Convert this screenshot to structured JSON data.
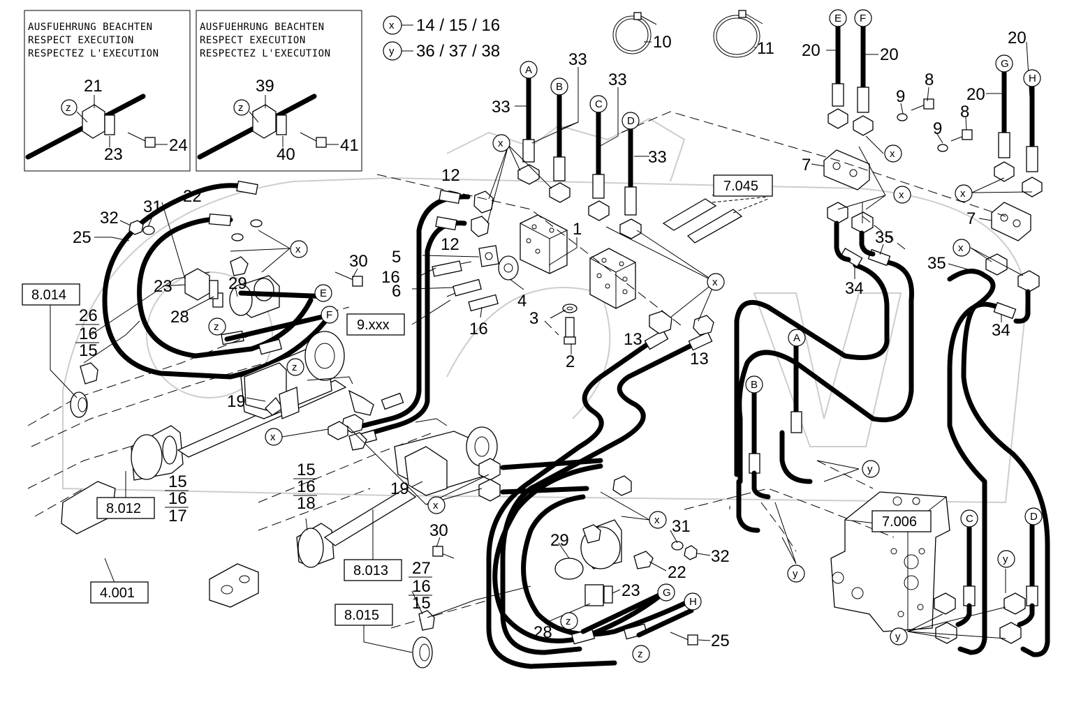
{
  "notice_boxes": [
    {
      "lines": [
        "AUSFUEHRUNG BEACHTEN",
        "RESPECT EXECUTION",
        "RESPECTEZ L'EXECUTION"
      ],
      "clamp_label": "21",
      "plate_label": "23",
      "bolt_label": "24",
      "marker": "z"
    },
    {
      "lines": [
        "AUSFUEHRUNG BEACHTEN",
        "RESPECT EXECUTION",
        "RESPECTEZ L'EXECUTION"
      ],
      "clamp_label": "39",
      "plate_label": "40",
      "bolt_label": "41",
      "marker": "z"
    }
  ],
  "legend": [
    {
      "marker": "x",
      "text": "14 / 15 / 16"
    },
    {
      "marker": "y",
      "text": "36 / 37 / 38"
    }
  ],
  "connectors": {
    "A": "A",
    "B": "B",
    "C": "C",
    "D": "D",
    "E": "E",
    "F": "F",
    "G": "G",
    "H": "H"
  },
  "markers": {
    "x": "x",
    "y": "y",
    "z": "z"
  },
  "reference_boxes": {
    "r7045": "7.045",
    "r9xxx": "9.xxx",
    "r8014": "8.014",
    "r8012": "8.012",
    "r8013": "8.013",
    "r8015": "8.015",
    "r4001": "4.001",
    "r7006": "7.006"
  },
  "fractions": {
    "f_26_16_15": [
      "26",
      "16",
      "15"
    ],
    "f_15_16_17": [
      "15",
      "16",
      "17"
    ],
    "f_15_16_18": [
      "15",
      "16",
      "18"
    ],
    "f_27_16_15": [
      "27",
      "16",
      "15"
    ]
  },
  "part_labels": {
    "p10": "10",
    "p11": "11",
    "p33a": "33",
    "p33b": "33",
    "p33c": "33",
    "p33d": "33",
    "p12a": "12",
    "p12b": "12",
    "p5": "5",
    "p16a": "16",
    "p6": "6",
    "p4": "4",
    "p16b": "16",
    "p3": "3",
    "p2": "2",
    "p1": "1",
    "p13a": "13",
    "p13b": "13",
    "p32a": "32",
    "p31a": "31",
    "p25a": "25",
    "p22a": "22",
    "p23a": "23",
    "p29a": "29",
    "p28a": "28",
    "p30a": "30",
    "p19a": "19",
    "p19b": "19",
    "p30b": "30",
    "p29b": "29",
    "p31b": "31",
    "p32b": "32",
    "p22b": "22",
    "p23b": "23",
    "p28b": "28",
    "p25b": "25",
    "p20a": "20",
    "p20b": "20",
    "p20c": "20",
    "p20d": "20",
    "p9a": "9",
    "p8a": "8",
    "p9b": "9",
    "p8b": "8",
    "p7a": "7",
    "p7b": "7",
    "p35a": "35",
    "p35b": "35",
    "p34a": "34",
    "p34b": "34"
  },
  "watermark": "OPDM"
}
